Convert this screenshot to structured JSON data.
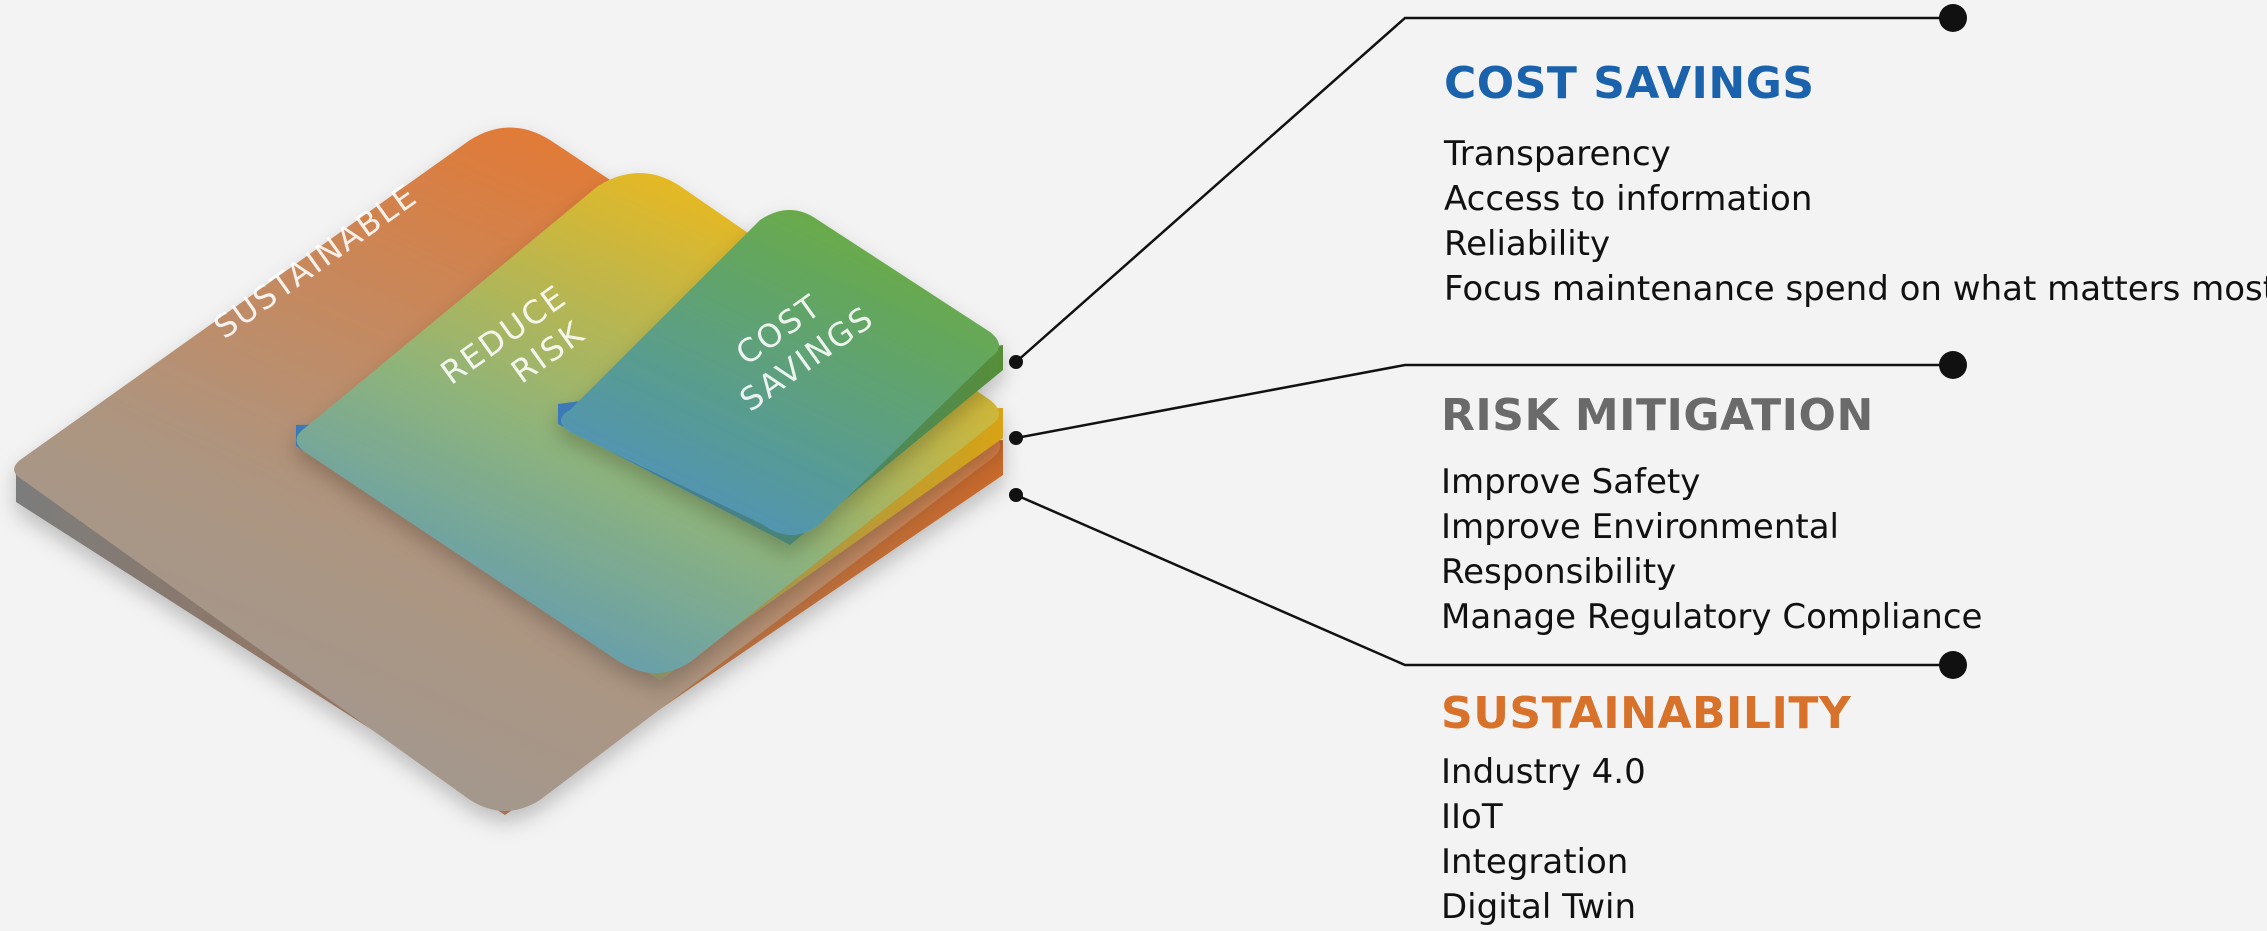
{
  "diagram": {
    "layers": [
      {
        "id": "sustainable",
        "lines": [
          "SUSTAINABLE"
        ]
      },
      {
        "id": "reduce-risk",
        "lines": [
          "REDUCE",
          "RISK"
        ]
      },
      {
        "id": "cost-savings",
        "lines": [
          "COST",
          "SAVINGS"
        ]
      }
    ]
  },
  "sections": {
    "cost": {
      "title": "COST SAVINGS",
      "items": [
        "Transparency",
        "Access to information",
        "Reliability",
        "Focus maintenance spend on what matters most"
      ]
    },
    "risk": {
      "title": "RISK MITIGATION",
      "items": [
        "Improve Safety",
        "Improve Environmental",
        "Responsibility",
        "Manage Regulatory Compliance"
      ]
    },
    "sustainability": {
      "title": "SUSTAINABILITY",
      "items": [
        "Industry 4.0",
        "IIoT",
        "Integration",
        "Digital Twin"
      ]
    }
  },
  "colors": {
    "cost_title": "#1b62ad",
    "risk_title": "#6a6a6a",
    "sustainability_title": "#d8712a",
    "orange": "#e8772e",
    "yellow": "#f2b917",
    "green": "#6aac43",
    "blue": "#4a8fd0",
    "grey": "#9a9a9a"
  }
}
